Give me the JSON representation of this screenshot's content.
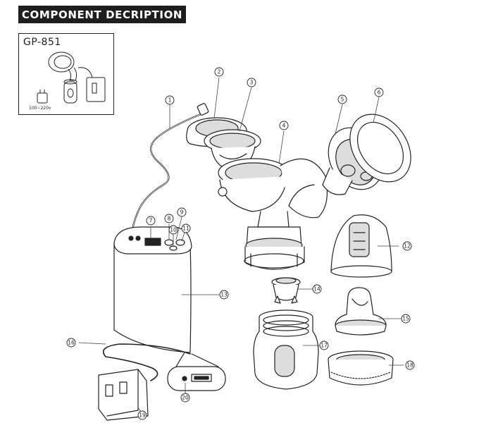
{
  "header": {
    "title": "COMPONENT DECRIPTION"
  },
  "inset": {
    "model": "GP-851",
    "voltage": "100~220v"
  },
  "callouts": [
    "1",
    "2",
    "3",
    "4",
    "5",
    "6",
    "7",
    "8",
    "9",
    "10",
    "11",
    "12",
    "13",
    "14",
    "15",
    "16",
    "17",
    "18",
    "19",
    "20"
  ],
  "colors": {
    "stroke": "#222222",
    "shade": "#dddddd",
    "panel": "#1e1e1e"
  }
}
